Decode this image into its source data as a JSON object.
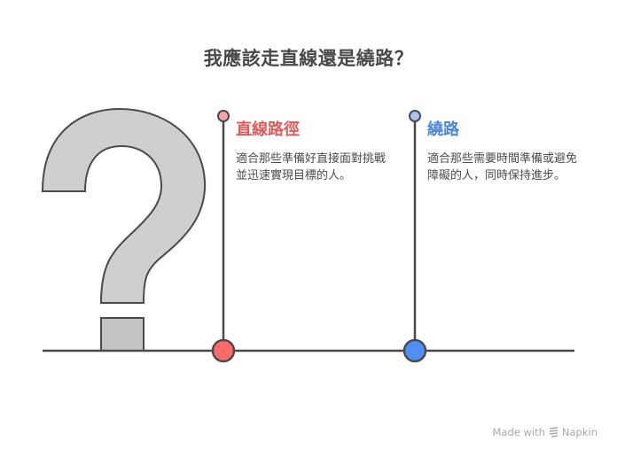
{
  "title": "我應該走直線還是繞路？",
  "options": [
    {
      "heading": "直線路徑",
      "description": "適合那些準備好直接面對挑戰並迅速實現目標的人。",
      "color": "#e05a5a",
      "marker_fill": "#ff6b6b",
      "top_dot_fill": "#f4a6a6"
    },
    {
      "heading": "繞路",
      "description": "適合那些需要時間準備或避免障礙的人，同時保持進步。",
      "color": "#4a86d8",
      "marker_fill": "#4f8ff7",
      "top_dot_fill": "#a9c6f5"
    }
  ],
  "icon": "question-mark-icon",
  "footer": {
    "made_with": "Made with",
    "brand": "Napkin"
  }
}
